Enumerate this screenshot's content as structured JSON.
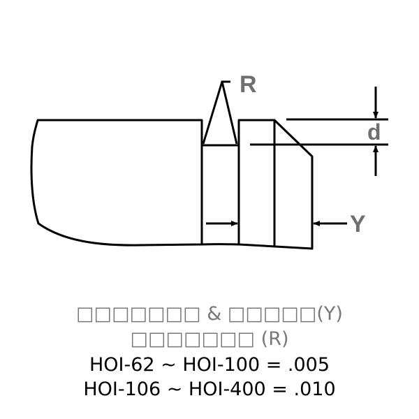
{
  "labels": {
    "r": "R",
    "d": "d",
    "y": "Y"
  },
  "caption": {
    "line1": "□□□□□□□ & □□□□□(Y)",
    "line2": "□□□□□□□ (R)",
    "line3": "HOI-62 ~ HOI-100 = .005",
    "line4": "HOI-106 ~ HOI-400 = .010"
  },
  "colors": {
    "line": "#000000",
    "label": "#6f6f6f",
    "caption_grey": "#777777"
  }
}
